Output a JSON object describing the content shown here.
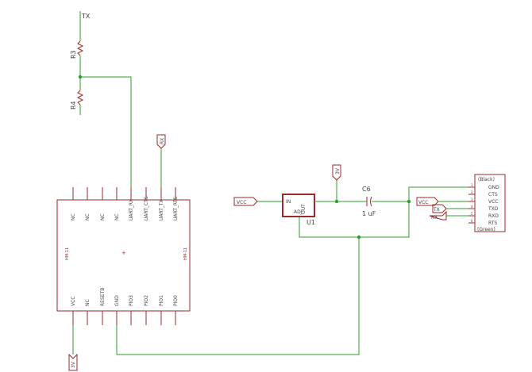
{
  "colors": {
    "wire": "#2e9e2e",
    "part": "#9a2a2a",
    "text": "#444444",
    "background": "#ffffff"
  },
  "resistors": {
    "r3": "R3",
    "r4": "R4"
  },
  "net_labels": {
    "tx_top": "TX",
    "rx_flag": "RX",
    "v3_top": "3V",
    "v3_bottom": "3V",
    "vcc_left": "VCC",
    "vcc_conn": "VCC",
    "tx_conn": "TX",
    "rx_conn": "RX"
  },
  "module": {
    "top_pins": [
      "NC",
      "NC",
      "NC",
      "NC",
      "UART_RX",
      "UART_CTS",
      "UART_TX",
      "UART_RTS"
    ],
    "bottom_pins": [
      "VCC",
      "NC",
      "RESETB",
      "GND",
      "PIO3",
      "PIO2",
      "PIO1",
      "PIO0"
    ],
    "side_label": "HM-11"
  },
  "regulator": {
    "ref": "U1",
    "in": "IN",
    "out": "OUT",
    "adj": "ADJ"
  },
  "capacitor": {
    "ref": "C6",
    "value": "1 uF"
  },
  "connector": {
    "top": "(Black)",
    "bottom": "(Green)",
    "pins": [
      {
        "num": "1",
        "name": "GND"
      },
      {
        "num": "2",
        "name": "CTS"
      },
      {
        "num": "3",
        "name": "VCC"
      },
      {
        "num": "4",
        "name": "TXD"
      },
      {
        "num": "5",
        "name": "RXD"
      },
      {
        "num": "6",
        "name": "RTS"
      }
    ]
  }
}
